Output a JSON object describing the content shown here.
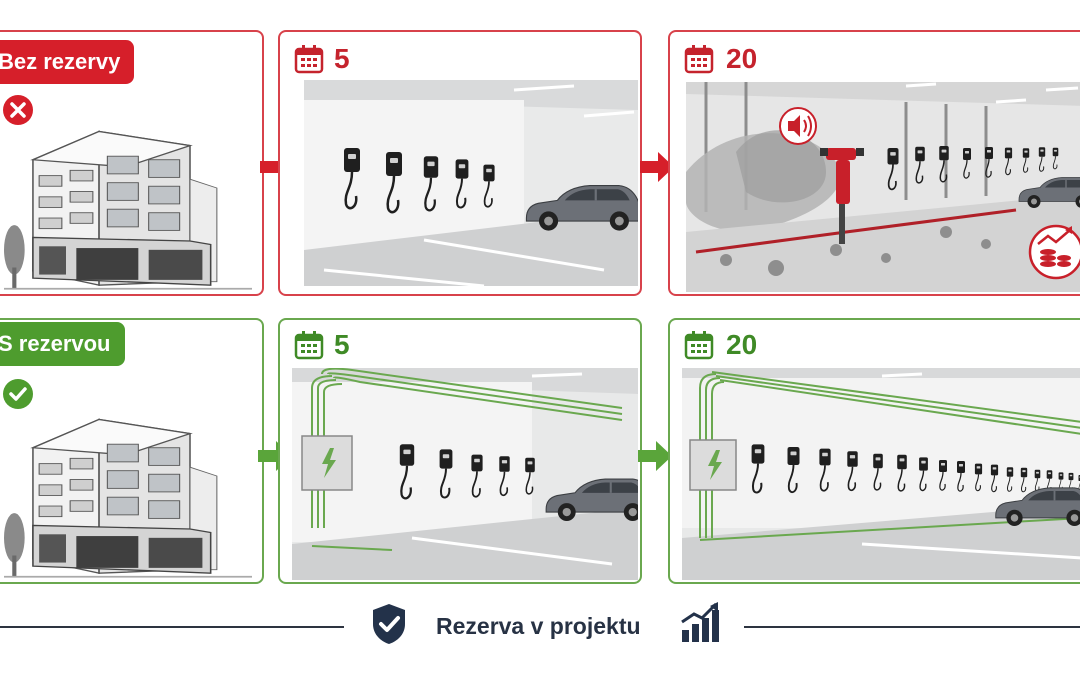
{
  "row_without_reserve": {
    "label": "Bez rezervy",
    "status_icon": "x-mark-icon",
    "step1_count": "5",
    "step2_count": "20",
    "accent_color": "#d61f2a",
    "icons": [
      "building-icon",
      "calendar-icon",
      "charger-icon",
      "car-icon",
      "jackhammer-icon",
      "speaker-icon",
      "cost-rising-icon"
    ]
  },
  "row_with_reserve": {
    "label": "S rezervou",
    "status_icon": "check-mark-icon",
    "step1_count": "5",
    "step2_count": "20",
    "accent_color": "#4e9c2e",
    "icons": [
      "building-icon",
      "calendar-icon",
      "junction-box-icon",
      "charger-icon",
      "car-icon",
      "cable-tray-icon"
    ]
  },
  "footer": {
    "label": "Rezerva v projektu",
    "icons": [
      "shield-check-icon",
      "growth-chart-icon"
    ]
  }
}
